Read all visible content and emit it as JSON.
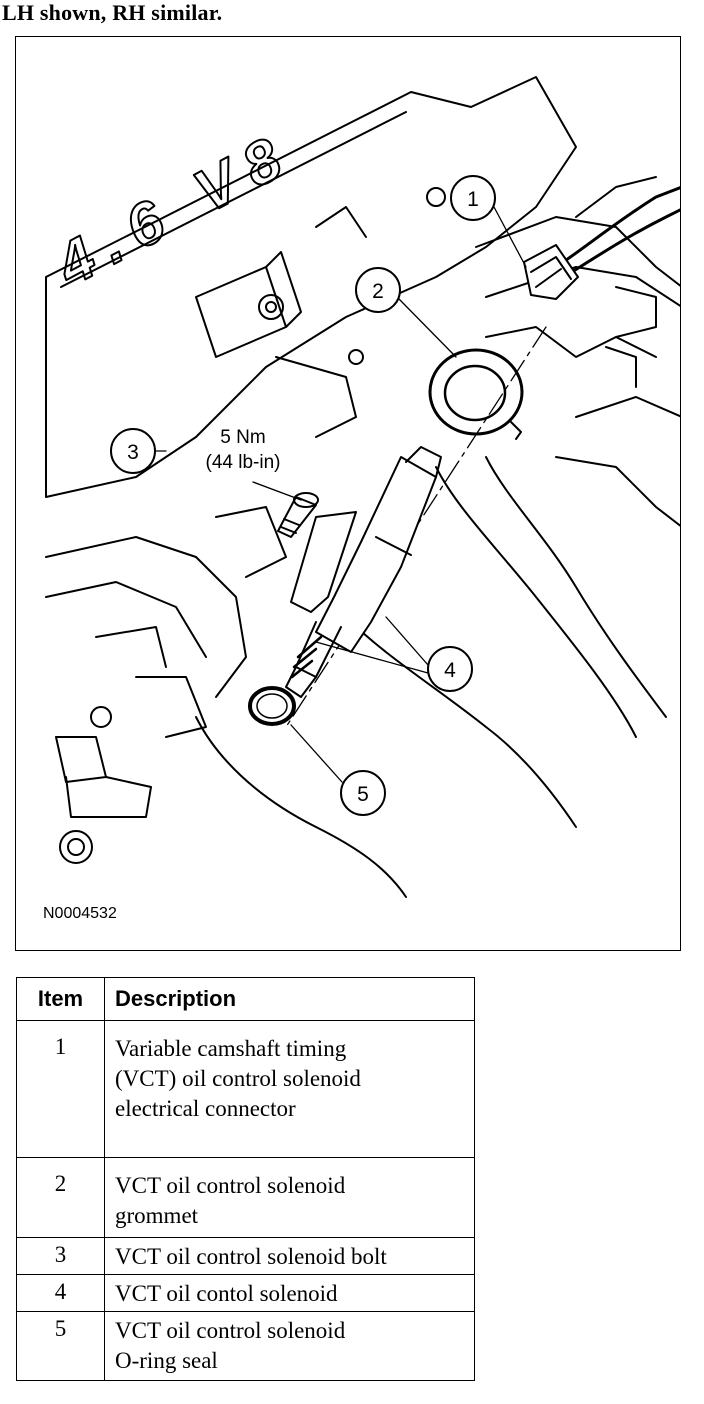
{
  "caption": "LH shown, RH similar.",
  "figure": {
    "id_label": "N0004532",
    "engine_badge": "4.6 V8",
    "torque": {
      "metric": "5 Nm",
      "imperial": "(44 lb-in)"
    },
    "callouts": [
      "1",
      "2",
      "3",
      "4",
      "5"
    ]
  },
  "legend": {
    "headers": {
      "item": "Item",
      "description": "Description"
    },
    "rows": [
      {
        "item": "1",
        "lines": [
          "Variable camshaft timing",
          "(VCT) oil control solenoid",
          "electrical connector"
        ]
      },
      {
        "item": "2",
        "lines": [
          "VCT oil control solenoid",
          "grommet"
        ]
      },
      {
        "item": "3",
        "lines": [
          "VCT oil control solenoid bolt"
        ]
      },
      {
        "item": "4",
        "lines": [
          "VCT oil contol solenoid"
        ]
      },
      {
        "item": "5",
        "lines": [
          "VCT oil control solenoid",
          "O-ring seal"
        ]
      }
    ]
  }
}
